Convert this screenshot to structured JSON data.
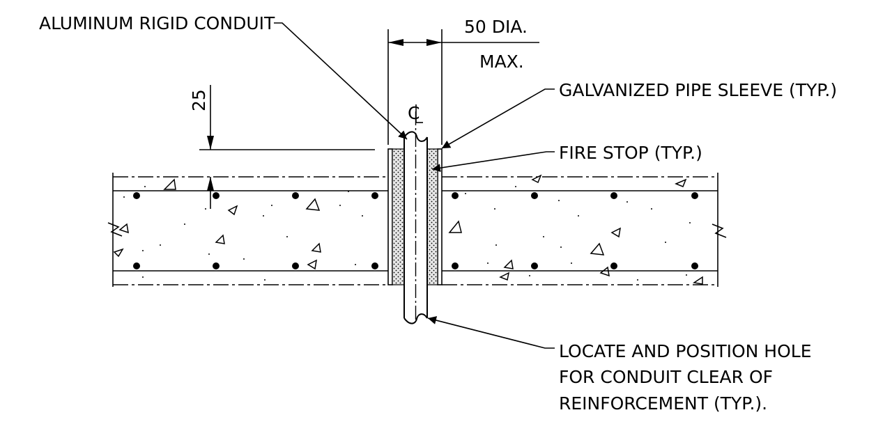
{
  "labels": {
    "conduit": "ALUMINUM RIGID CONDUIT",
    "dia": "50 DIA.",
    "max": "MAX.",
    "sleeve": "GALVANIZED PIPE SLEEVE (TYP.)",
    "firestop": "FIRE STOP (TYP.)",
    "dim_cover": "25",
    "centerline": "C",
    "note_line1": "LOCATE AND POSITION HOLE",
    "note_line2": "FOR CONDUIT CLEAR OF",
    "note_line3": "REINFORCEMENT (TYP.)."
  },
  "colors": {
    "ink": "#000000",
    "paper": "#ffffff"
  }
}
